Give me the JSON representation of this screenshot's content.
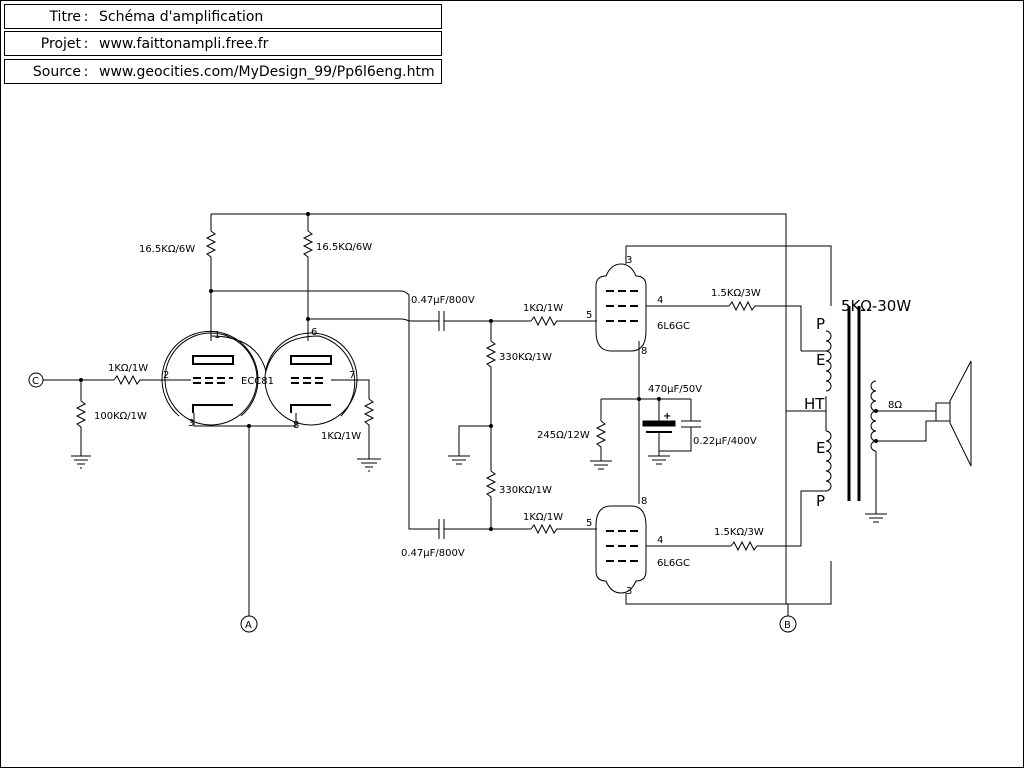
{
  "header": {
    "rows": [
      {
        "key": "Titre",
        "colon": ":",
        "value": "Schéma d'amplification"
      },
      {
        "key": "Projet",
        "colon": ":",
        "value": "www.faittonampli.free.fr"
      },
      {
        "key": "Source",
        "colon": ":",
        "value": "www.geocities.com/MyDesign_99/Pp6l6eng.htm"
      }
    ]
  },
  "schematic": {
    "r_plate1": "16.5KΩ/6W",
    "r_plate2": "16.5KΩ/6W",
    "r_grid_in": "1KΩ/1W",
    "r_grid_leak": "100KΩ/1W",
    "r_cath2": "1KΩ/1W",
    "tube_driver": "ECC81",
    "cap_top": "0.47µF/800V",
    "cap_bot": "0.47µF/800V",
    "r_g1_top": "1KΩ/1W",
    "r_g1_bot": "1KΩ/1W",
    "r_gl_top": "330KΩ/1W",
    "r_gl_bot": "330KΩ/1W",
    "r_screen_top": "1.5KΩ/3W",
    "r_screen_bot": "1.5KΩ/3W",
    "tube_top": "6L6GC",
    "tube_bot": "6L6GC",
    "cap_elec": "470µF/50V",
    "r_cathode": "245Ω/12W",
    "cap_byp": "0.22µF/400V",
    "xfmr": "5KΩ-30W",
    "spk": "8Ω",
    "tap_p1": "P",
    "tap_e1": "E",
    "tap_ht": "HT",
    "tap_e2": "E",
    "tap_p2": "P",
    "node_c": "C",
    "node_a": "A",
    "node_b": "B",
    "pin_1": "1",
    "pin_2": "2",
    "pin_3": "3",
    "pin_6": "6",
    "pin_7": "7",
    "pin_8": "8",
    "t1_p3": "3",
    "t1_p4": "4",
    "t1_p5": "5",
    "t1_p8": "8",
    "t2_p8": "8",
    "t2_p5": "5",
    "t2_p4": "4",
    "t2_p3": "3",
    "plus": "+"
  }
}
